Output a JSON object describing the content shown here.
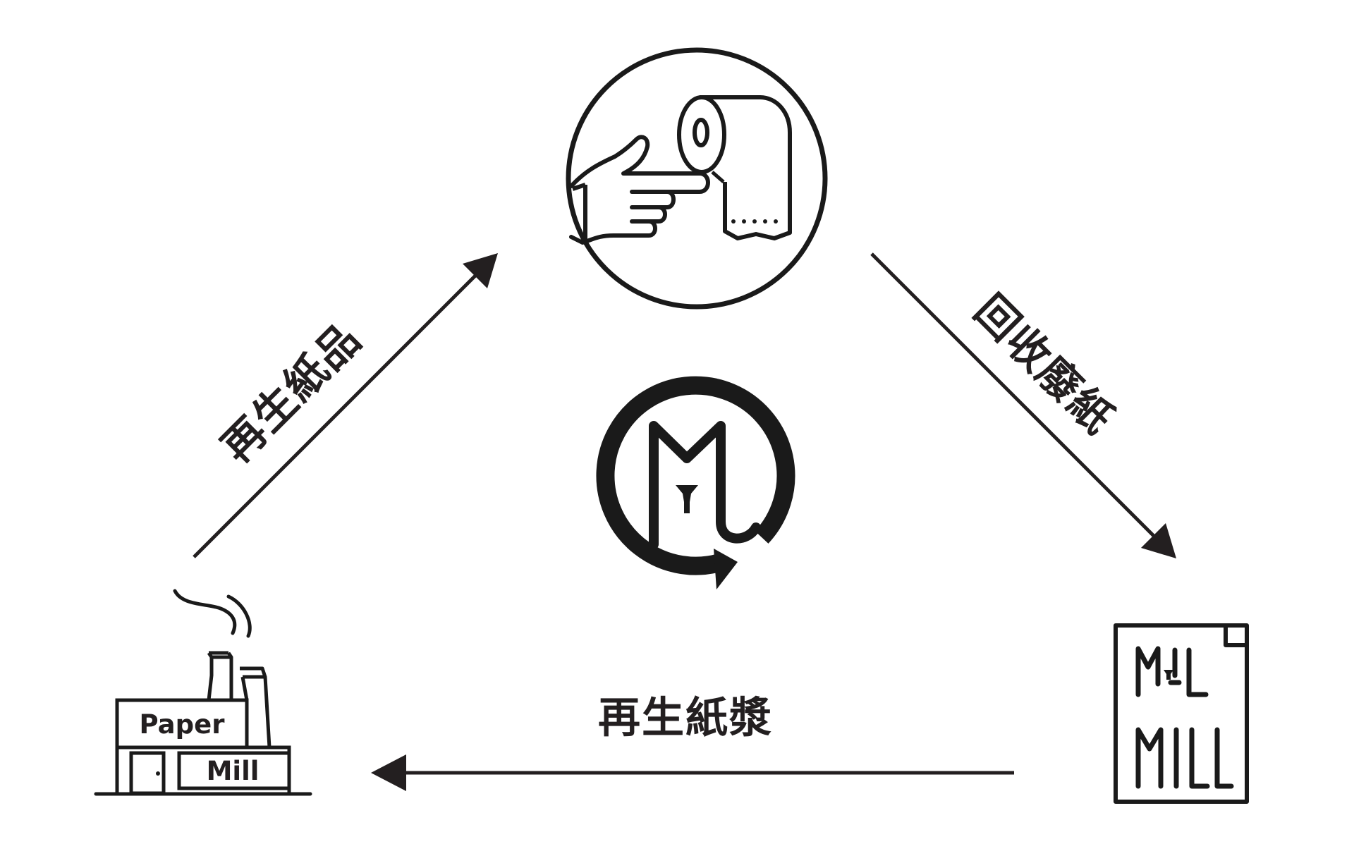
{
  "nodes": {
    "consumer": {
      "icon": "hand-pointing-at-toilet-paper-icon"
    },
    "center": {
      "icon": "m-recycle-logo-icon"
    },
    "factory": {
      "icon": "paper-mill-factory-icon",
      "sign_top": "Paper",
      "sign_bottom": "Mill"
    },
    "brand": {
      "icon": "mill-mill-logo-icon",
      "logo_line1": "MIL",
      "logo_line2": "MILL"
    }
  },
  "edges": {
    "factory_to_consumer": {
      "label": "再生紙品"
    },
    "consumer_to_brand": {
      "label": "回收廢紙"
    },
    "brand_to_factory": {
      "label": "再生紙漿"
    }
  },
  "colors": {
    "ink": "#1a1a1a",
    "arrow": "#231f20",
    "background": "#ffffff"
  }
}
